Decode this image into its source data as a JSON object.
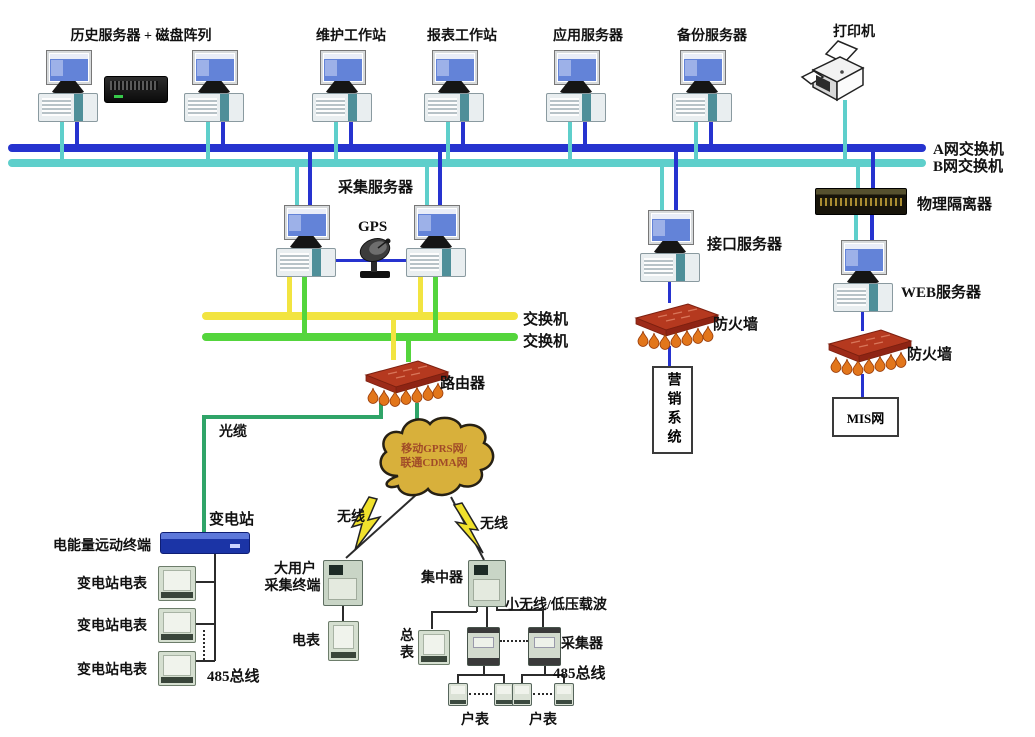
{
  "diagram": {
    "type": "power-metering-network-topology",
    "labels": {
      "history": "历史服务器 + 磁盘阵列",
      "maintenance": "维护工作站",
      "report": "报表工作站",
      "app": "应用服务器",
      "backup": "备份服务器",
      "printer": "打印机",
      "bus_a": "A网交换机",
      "bus_b": "B网交换机",
      "collect": "采集服务器",
      "gps": "GPS",
      "isolator": "物理隔离器",
      "interface": "接口服务器",
      "web": "WEB服务器",
      "switches": [
        "交换机",
        "交换机"
      ],
      "firewalls": [
        "防火墙",
        "防火墙"
      ],
      "router": "路由器",
      "marketing": "营销系统",
      "mis": "MIS网",
      "fiber": "光缆",
      "cloud": [
        "移动GPRS网/",
        "联通CDMA网"
      ],
      "wireless": [
        "无线",
        "无线"
      ],
      "substation": "变电站",
      "energy_terminal": "电能量远动终端",
      "sub_meters": [
        "变电站电表",
        "变电站电表",
        "变电站电表"
      ],
      "bus485": [
        "485总线",
        "485总线"
      ],
      "big_user": [
        "大用户",
        "采集终端"
      ],
      "meter": "电表",
      "concentrator": "集中器",
      "small_wireless": "小无线/低压载波",
      "total_meter": "总表",
      "collector": "采集器",
      "house_meters": [
        "户表",
        "户表"
      ]
    },
    "colors": {
      "bus_a_blue": "#2633cf",
      "bus_b_cyan": "#5ecfcb",
      "switch_yellow": "#f2e440",
      "switch_green": "#54d53c",
      "fiber_green": "#2fa468",
      "link_blue": "#2633cf",
      "line_black": "#2b2b2b",
      "cloud_fill": "#d8b03b",
      "cloud_text": "#a04a28",
      "device_red": "#b5391f",
      "flame_orange": "#e2761b"
    },
    "icons": {
      "workstation": "monitor-tower-icon",
      "disk_array": "disk-array-icon",
      "printer": "printer-icon",
      "gps": "satellite-dish-icon",
      "router_firewall": "red-plate-flames-icon",
      "isolator": "black-rack-icon",
      "cloud": "cloud-shape",
      "wireless_link": "lightning-bolt",
      "meter": "meter-icon"
    }
  }
}
